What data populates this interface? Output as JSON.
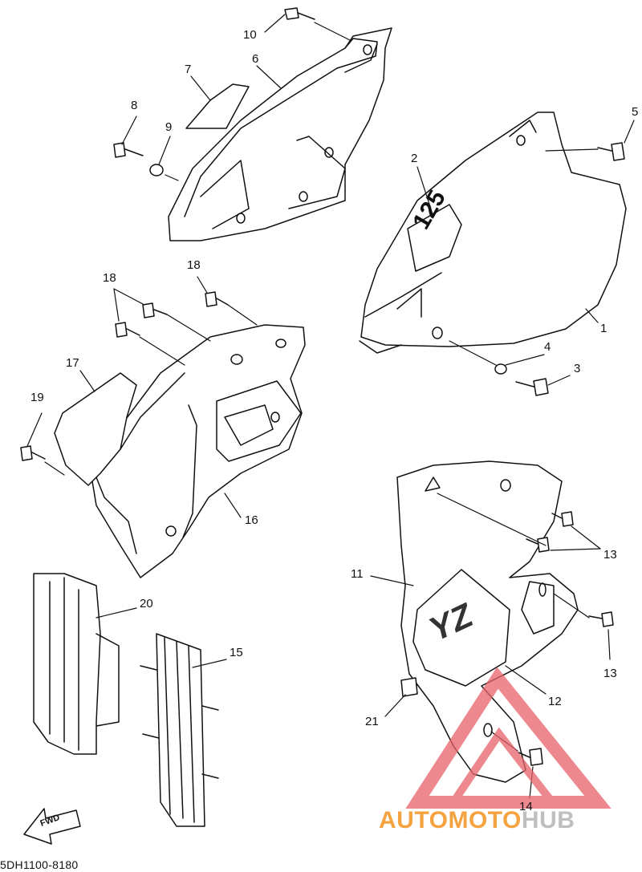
{
  "part_labels": {
    "p1": "1",
    "p2": "2",
    "p3": "3",
    "p4": "4",
    "p5": "5",
    "p6": "6",
    "p7": "7",
    "p8": "8",
    "p9": "9",
    "p10": "10",
    "p11": "11",
    "p12": "12",
    "p13a": "13",
    "p13b": "13",
    "p14": "14",
    "p15": "15",
    "p16": "16",
    "p17": "17",
    "p18a": "18",
    "p18b": "18",
    "p19": "19",
    "p20": "20",
    "p21": "21"
  },
  "decal_text_1": "125",
  "decal_text_2": "YZ",
  "fwd_label": "FWD",
  "diagram_code": "5DH1100-8180",
  "watermark": {
    "part1": "AUTOMOTO",
    "part2": "HUB",
    "color1": "#f5a340",
    "color2": "#bfbfbf",
    "triangle": "#e8616a"
  }
}
